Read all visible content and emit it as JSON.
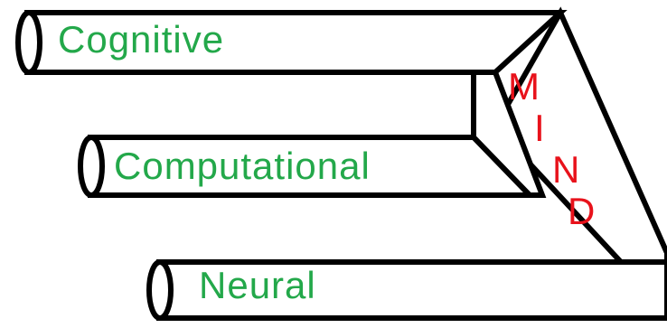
{
  "colors": {
    "label": "#23a84a",
    "mind": "#e8121b",
    "outline": "#000000",
    "fill": "#ffffff"
  },
  "layers": [
    {
      "label": "Cognitive"
    },
    {
      "label": "Computational"
    },
    {
      "label": "Neural"
    }
  ],
  "mind_letters": [
    "M",
    "I",
    "N",
    "D"
  ]
}
